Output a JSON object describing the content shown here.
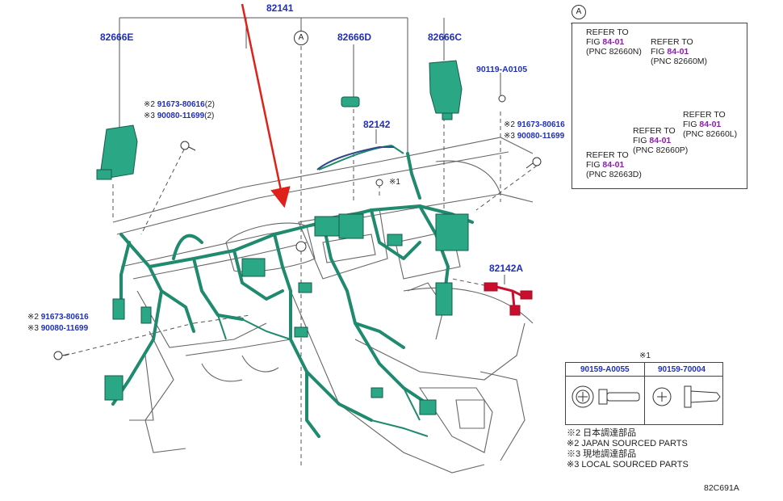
{
  "labels": {
    "p82141": "82141",
    "p82666E": "82666E",
    "p82666D": "82666D",
    "p82666C": "82666C",
    "p82142": "82142",
    "p82142A": "82142A",
    "p90119": "90119-A0105",
    "circleA": "A",
    "star1": "※1",
    "leftTopBolt": {
      "line1mark": "※2",
      "line1pn": "91673-80616",
      "line1qty": "(2)",
      "line2mark": "※3",
      "line2pn": "90080-11699",
      "line2qty": "(2)"
    },
    "rightBolt": {
      "line1mark": "※2",
      "line1pn": "91673-80616",
      "line2mark": "※3",
      "line2pn": "90080-11699"
    },
    "leftBottomBolt": {
      "line1mark": "※2",
      "line1pn": "91673-80616",
      "line2mark": "※3",
      "line2pn": "90080-11699"
    }
  },
  "inset": {
    "marker": "A",
    "refs": [
      {
        "l1": "REFER TO",
        "l2a": "FIG ",
        "l2b": "84-01",
        "l3": "(PNC 82660N)"
      },
      {
        "l1": "REFER TO",
        "l2a": "FIG ",
        "l2b": "84-01",
        "l3": "(PNC 82660M)"
      },
      {
        "l1": "REFER TO",
        "l2a": "FIG ",
        "l2b": "84-01",
        "l3": "(PNC 82660L)"
      },
      {
        "l1": "REFER TO",
        "l2a": "FIG ",
        "l2b": "84-01",
        "l3": "(PNC 82660P)"
      },
      {
        "l1": "REFER TO",
        "l2a": "FIG ",
        "l2b": "84-01",
        "l3": "(PNC 82663D)"
      }
    ]
  },
  "fastener_table": {
    "title": "※1",
    "col1": "90159-A0055",
    "col2": "90159-70004"
  },
  "notes": {
    "n1": "※2 日本調達部品",
    "n2": "※2 JAPAN SOURCED PARTS",
    "n3": "※3 現地調達部品",
    "n4": "※3 LOCAL SOURCED PARTS"
  },
  "figure_code": "82C691A",
  "colors": {
    "harness": "#1f8a6e",
    "harness_fill": "#2aa886",
    "highlight": "#c8102e",
    "partno": "#1f2fb8",
    "figref": "#8a1ea6",
    "line": "#555555"
  }
}
